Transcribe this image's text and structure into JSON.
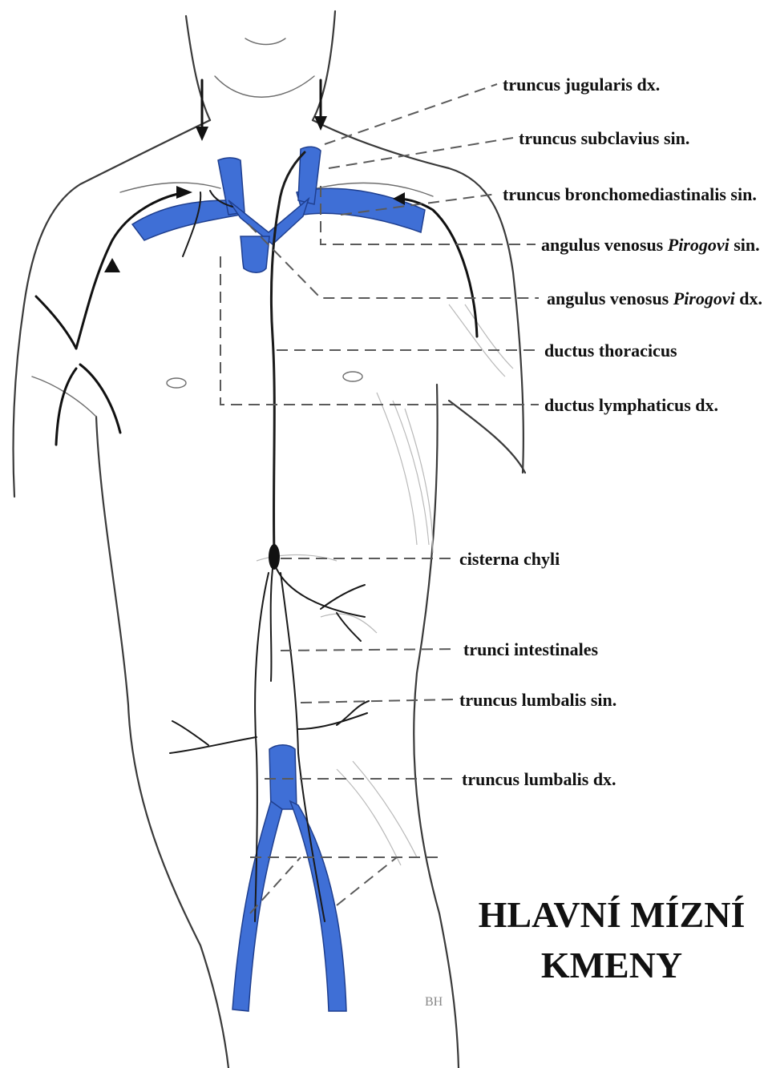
{
  "title": {
    "line1": "HLAVNÍ MÍZNÍ",
    "line2": "KMENY"
  },
  "labels": [
    {
      "id": "truncus-jugularis-dx",
      "text": "truncus jugularis dx.",
      "italic": "",
      "suffix": ""
    },
    {
      "id": "truncus-subclavius-sin",
      "text": "truncus subclavius sin.",
      "italic": "",
      "suffix": ""
    },
    {
      "id": "truncus-bronchomediastinalis-sin",
      "text": "truncus bronchomediastinalis sin.",
      "italic": "",
      "suffix": ""
    },
    {
      "id": "angulus-venosus-sin",
      "text": "angulus venosus ",
      "italic": "Pirogovi",
      "suffix": " sin."
    },
    {
      "id": "angulus-venosus-dx",
      "text": "angulus venosus ",
      "italic": "Pirogovi",
      "suffix": " dx."
    },
    {
      "id": "ductus-thoracicus",
      "text": "ductus thoracicus",
      "italic": "",
      "suffix": ""
    },
    {
      "id": "ductus-lymphaticus-dx",
      "text": "ductus lymphaticus dx.",
      "italic": "",
      "suffix": ""
    },
    {
      "id": "cisterna-chyli",
      "text": "cisterna chyli",
      "italic": "",
      "suffix": ""
    },
    {
      "id": "trunci-intestinales",
      "text": "trunci intestinales",
      "italic": "",
      "suffix": ""
    },
    {
      "id": "truncus-lumbalis-sin",
      "text": "truncus lumbalis sin.",
      "italic": "",
      "suffix": ""
    },
    {
      "id": "truncus-lumbalis-dx",
      "text": "truncus lumbalis dx.",
      "italic": "",
      "suffix": ""
    }
  ],
  "signature": "BH",
  "colors": {
    "vein": "#3f6fd6",
    "duct": "#1a1a1a",
    "outline": "#3a3a3a",
    "leader": "#5a5a5a"
  }
}
